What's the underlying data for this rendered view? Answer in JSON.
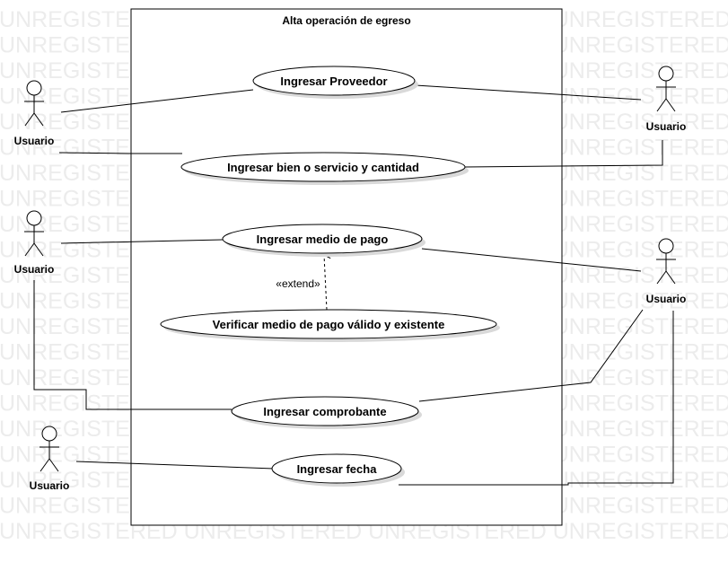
{
  "watermark": "UNREGISTERED",
  "system": {
    "title": "Alta operación de egreso"
  },
  "actors": [
    {
      "label": "Usuario"
    },
    {
      "label": "Usuario"
    },
    {
      "label": "Usuario"
    },
    {
      "label": "Usuario"
    },
    {
      "label": "Usuario"
    }
  ],
  "use_cases": [
    {
      "label": "Ingresar Proveedor"
    },
    {
      "label": "Ingresar bien o servicio y cantidad"
    },
    {
      "label": "Ingresar medio de pago"
    },
    {
      "label": "Verificar medio de pago válido y existente"
    },
    {
      "label": "Ingresar comprobante"
    },
    {
      "label": "Ingresar fecha"
    }
  ],
  "relations": {
    "extend_label": "«extend»"
  }
}
